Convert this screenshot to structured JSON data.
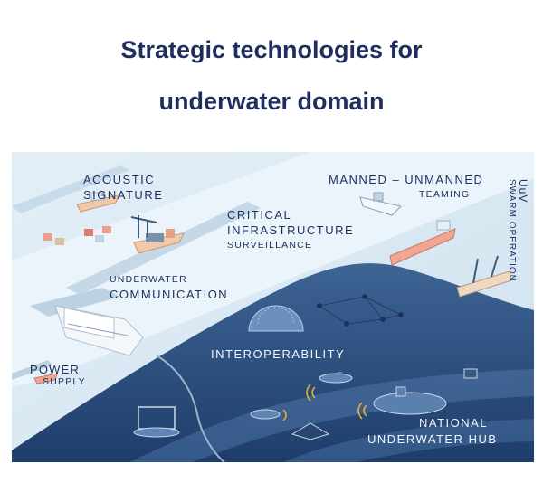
{
  "title": {
    "line1": "Strategic technologies for",
    "line2": "underwater domain"
  },
  "labels": {
    "acoustic_1": "ACOUSTIC",
    "acoustic_2": "SIGNATURE",
    "critical_1": "CRITICAL",
    "critical_2": "INFRASTRUCTURE",
    "critical_3": "SURVEILLANCE",
    "manned_1": "MANNED – UNMANNED",
    "manned_2": "TEAMING",
    "uuv_1": "UuV",
    "uuv_2": "SWARM OPERATION",
    "underwater_1": "UNDERWATER",
    "underwater_2": "COMMUNICATION",
    "power_1": "POWER",
    "power_2": "SUPPLY",
    "interop": "INTEROPERABILITY",
    "national_1": "NATIONAL",
    "national_2": "UNDERWATER HUB"
  },
  "colors": {
    "title": "#1e2f5e",
    "sky": "#dcebf4",
    "deep_sea": "#2c4e7e",
    "white_text": "#f2f6fb"
  }
}
